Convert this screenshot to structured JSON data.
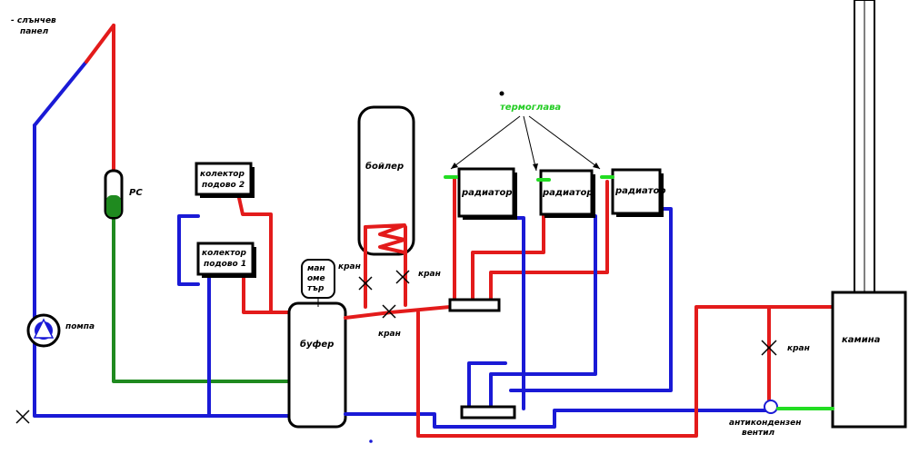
{
  "labels": {
    "solar_panel": "- слънчев панел",
    "pc": "РС",
    "pump": "помпа",
    "collector2": "колектор подово 2",
    "collector1": "колектор подово 1",
    "manometer": "ман оме тър",
    "boiler": "бойлер",
    "buffer": "буфер",
    "thermostat_head": "термоглава",
    "radiator": "радиатор",
    "valve": "кран",
    "fireplace": "камина",
    "anti_condensation_valve": "антикондензен вентил"
  },
  "colors": {
    "hot_pipe": "#e31b1b",
    "cold_pipe": "#1a1ad6",
    "solar_return": "#1f8a1f",
    "thermostat": "#22dd22"
  }
}
